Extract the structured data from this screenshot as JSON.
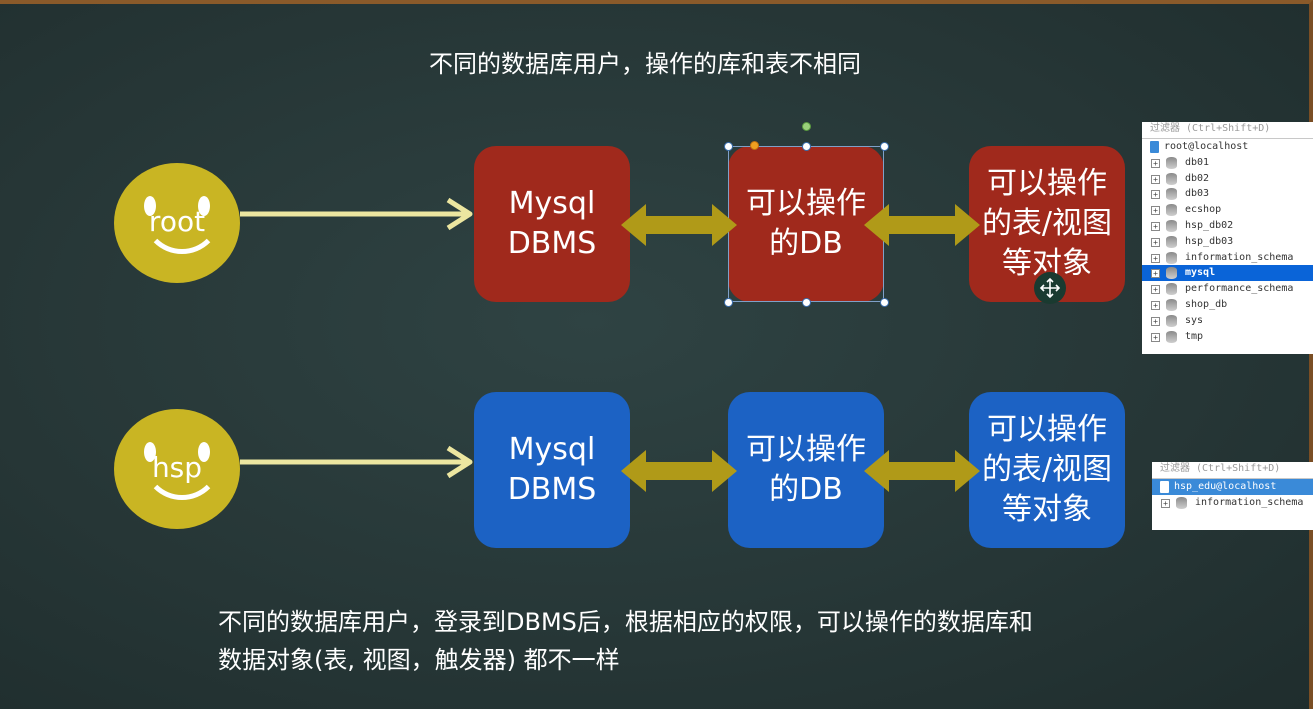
{
  "title": "不同的数据库用户，操作的库和表不相同",
  "rows": [
    {
      "user": "root",
      "color": "#a0291c",
      "boxes": [
        "Mysql\nDBMS",
        "可以操作\n的DB",
        "可以操作\n的表/视图\n等对象"
      ]
    },
    {
      "user": "hsp",
      "color": "#1c62c4",
      "boxes": [
        "Mysql\nDBMS",
        "可以操作\n的DB",
        "可以操作\n的表/视图\n等对象"
      ]
    }
  ],
  "panel_root": {
    "header": "过滤器 (Ctrl+Shift+D)",
    "connection": "root@localhost",
    "items": [
      "db01",
      "db02",
      "db03",
      "ecshop",
      "hsp_db02",
      "hsp_db03",
      "information_schema",
      "mysql",
      "performance_schema",
      "shop_db",
      "sys",
      "tmp"
    ],
    "selected": "mysql"
  },
  "panel_hsp": {
    "header": "过滤器 (Ctrl+Shift+D)",
    "connection": "hsp_edu@localhost",
    "items": [
      "information_schema"
    ]
  },
  "bottom_text": {
    "line1": "不同的数据库用户，登录到DBMS后，根据相应的权限，可以操作的数据库和",
    "line2": "数据对象(表, 视图，触发器) 都不一样"
  },
  "colors": {
    "background": "#2a3b3b",
    "face": "#c9b523",
    "connector_arrow": "#ece6a0",
    "double_arrow": "#b09a18",
    "red_box": "#a0291c",
    "blue_box": "#1c62c4"
  }
}
